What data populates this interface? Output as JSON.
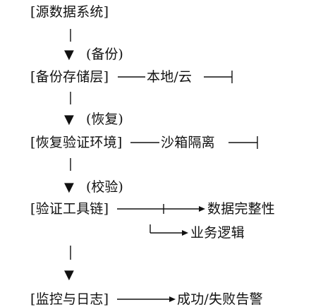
{
  "flow": {
    "source": "[源数据系统]",
    "step1": {
      "arrow": "▼",
      "label": "(备份)"
    },
    "backup_layer": "[备份存储层]",
    "backup_target": "本地/云",
    "step2": {
      "arrow": "▼",
      "label": "(恢复)"
    },
    "restore_env": "[恢复验证环境]",
    "restore_target": "沙箱隔离",
    "step3": {
      "arrow": "▼",
      "label": "(校验)"
    },
    "validation_toolchain": "[验证工具链]",
    "check_integrity": "数据完整性",
    "check_logic": "业务逻辑",
    "step4": {
      "arrow": "▼"
    },
    "monitoring": "[监控与日志]",
    "alert_outcome": "成功/失败告警"
  }
}
